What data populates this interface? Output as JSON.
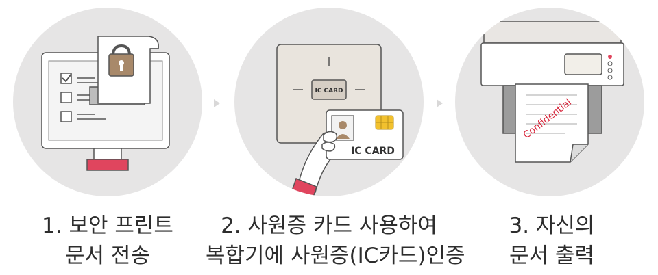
{
  "steps": [
    {
      "line1": "1. 보안 프린트",
      "line2": "문서 전송",
      "illustration": "monitor-with-locked-document"
    },
    {
      "line1": "2. 사원증 카드 사용하여",
      "line2": "복합기에 사원증(IC카드)인증",
      "illustration": "hand-tapping-ic-card-on-reader",
      "reader_label": "IC CARD",
      "card_label": "IC CARD"
    },
    {
      "line1": "3. 자신의",
      "line2": "문서 출력",
      "illustration": "printer-outputting-document",
      "stamp": "Confidential"
    }
  ],
  "colors": {
    "circle_bg": "#e6e5e5",
    "accent_red": "#e0455e",
    "lock_brown": "#a8896a",
    "chip_yellow": "#f2c12e",
    "stamp_red": "#d8253a"
  }
}
